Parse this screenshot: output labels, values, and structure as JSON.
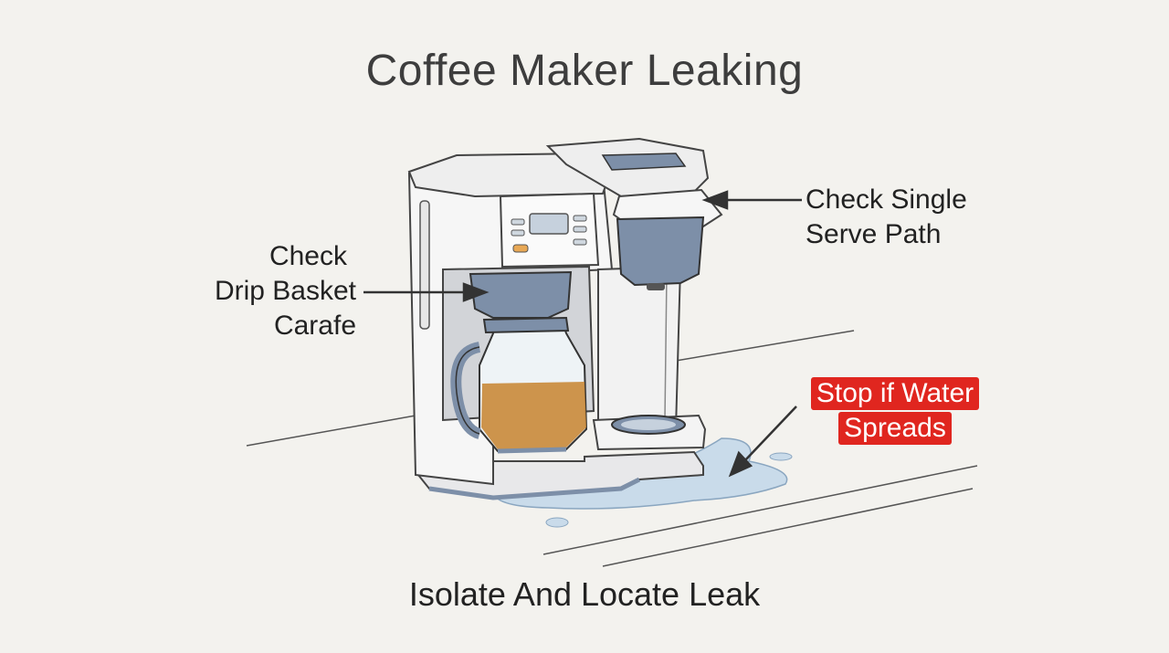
{
  "title": "Coffee Maker Leaking",
  "caption": "Isolate And Locate Leak",
  "labels": {
    "drip": [
      "Check",
      "Drip Basket",
      "Carafe"
    ],
    "single": [
      "Check Single",
      "Serve Path"
    ],
    "warning": [
      "Stop if Water",
      "Spreads"
    ]
  },
  "colors": {
    "accent_blue": "#7d8fa8",
    "warning_red": "#e0261f",
    "coffee": "#c9893a",
    "water": "#c9dbea"
  }
}
